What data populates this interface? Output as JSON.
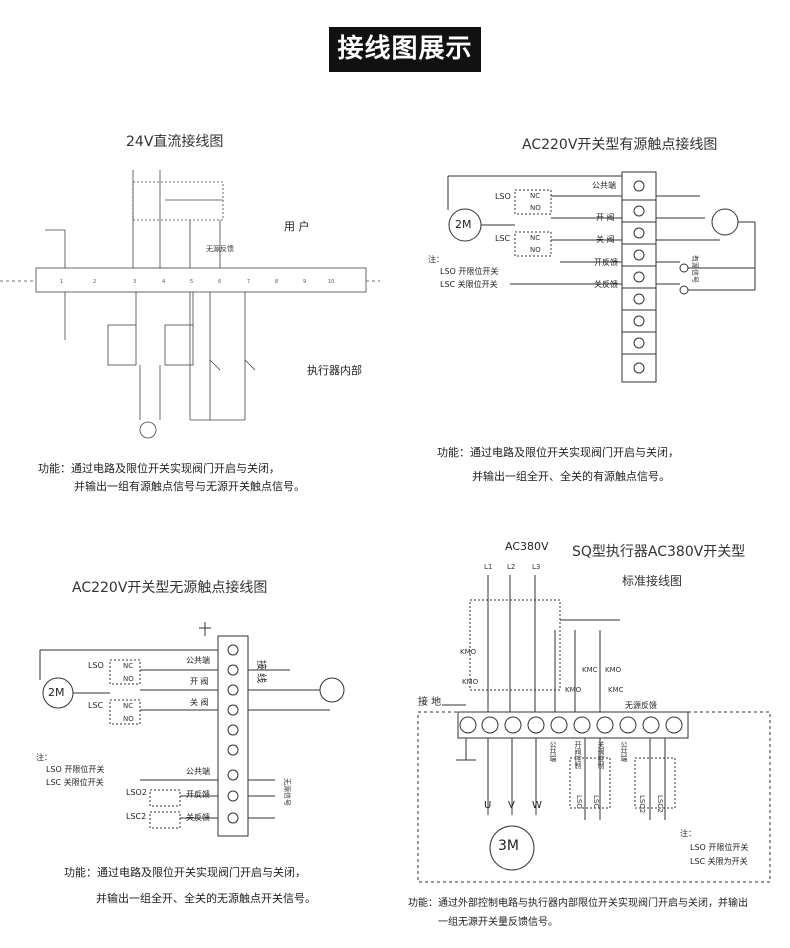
{
  "banner": "接线图展示",
  "d1": {
    "title": "24V直流接线图",
    "user": "用 户",
    "inside": "执行器内部",
    "label_dry": "无源反馈",
    "caption1": "功能：通过电路及限位开关实现阀门开启与关闭，",
    "caption2": "并输出一组有源触点信号与无源开关触点信号。"
  },
  "d2": {
    "title": "AC220V开关型有源触点接线图",
    "lso": "LSO",
    "lsc": "LSC",
    "nc": "NC",
    "no": "NO",
    "motor": "2M",
    "labels": [
      "公共端",
      "开 阀",
      "关 阀",
      "开反馈",
      "关反馈"
    ],
    "signal": "有源信号",
    "note_title": "注：",
    "note1": "LSO 开限位开关",
    "note2": "LSC 关限位开关",
    "caption1": "功能：通过电路及限位开关实现阀门开启与关闭，",
    "caption2": "并输出一组全开、全关的有源触点信号。"
  },
  "d3": {
    "title": "AC220V开关型无源触点接线图",
    "lso": "LSO",
    "lsc": "LSC",
    "lso2": "LSO2",
    "lsc2": "LSC2",
    "nc": "NC",
    "no": "NO",
    "motor": "2M",
    "labels_top": [
      "公共端",
      "开 阀",
      "关 阀"
    ],
    "labels_bot": [
      "公共端",
      "开反馈",
      "关反馈"
    ],
    "wiring": "接 线",
    "dry": "无源信号",
    "note_title": "注：",
    "note1": "LSO 开限位开关",
    "note2": "LSC 关限位开关",
    "caption1": "功能：通过电路及限位开关实现阀门开启与关闭，",
    "caption2": "并输出一组全开、全关的无源触点开关信号。"
  },
  "d4": {
    "supply": "AC380V",
    "title1": "SQ型执行器AC380V开关型",
    "title2": "标准接线图",
    "phases": [
      "L1",
      "L2",
      "L3"
    ],
    "kmo": "KMO",
    "kmc": "KMC",
    "ground": "接 地",
    "dry": "无源反馈",
    "col_labels": [
      "公共端",
      "开阀控制",
      "关阀控制",
      "公共端"
    ],
    "uvw": [
      "U",
      "V",
      "W"
    ],
    "motor": "3M",
    "lso": "LSO",
    "lsc": "LSC",
    "lso2": "LSO2",
    "lsc2": "LSC2",
    "note_title": "注：",
    "note1": "LSO 开限位开关",
    "note2": "LSC 关限为开关",
    "caption1": "功能：通过外部控制电路与执行器内部限位开关实现阀门开启与关闭，并输出",
    "caption2": "一组无源开关量反馈信号。"
  },
  "numbers": [
    "1",
    "2",
    "3",
    "4",
    "5",
    "6",
    "7",
    "8",
    "9",
    "10"
  ]
}
